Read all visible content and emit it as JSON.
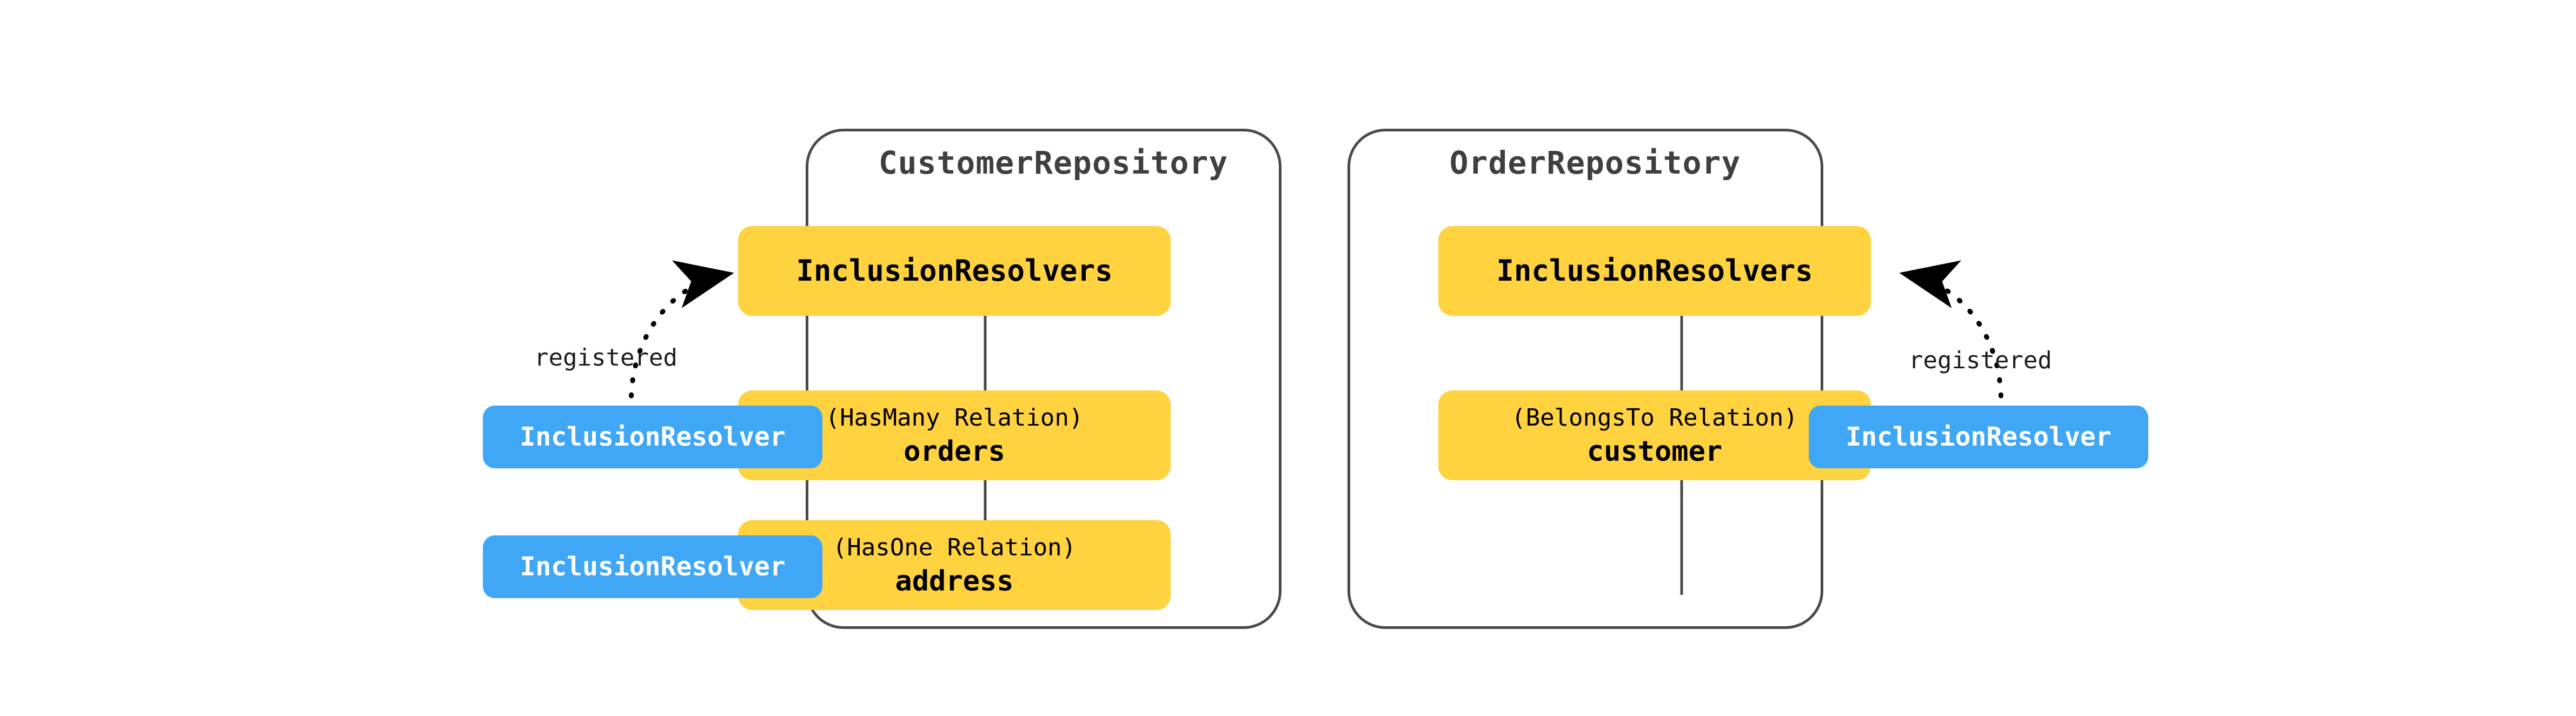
{
  "diagram": {
    "background": "#ffffff",
    "colors": {
      "node_yellow": "#ffd23f",
      "node_blue": "#3fa7f5",
      "frame_stroke": "#4a4a4a",
      "title_text": "#3f3f3f",
      "edge_stroke": "#000000"
    },
    "repositories": [
      {
        "title": "CustomerRepository",
        "resolvers_node": "InclusionResolvers",
        "relations": [
          {
            "kind": "(HasMany Relation)",
            "name": "orders",
            "resolver": "InclusionResolver"
          },
          {
            "kind": "(HasOne Relation)",
            "name": "address",
            "resolver": "InclusionResolver"
          }
        ],
        "edge_label": "registered"
      },
      {
        "title": "OrderRepository",
        "resolvers_node": "InclusionResolvers",
        "relations": [
          {
            "kind": "(BelongsTo Relation)",
            "name": "customer",
            "resolver": "InclusionResolver"
          }
        ],
        "edge_label": "registered"
      }
    ]
  }
}
